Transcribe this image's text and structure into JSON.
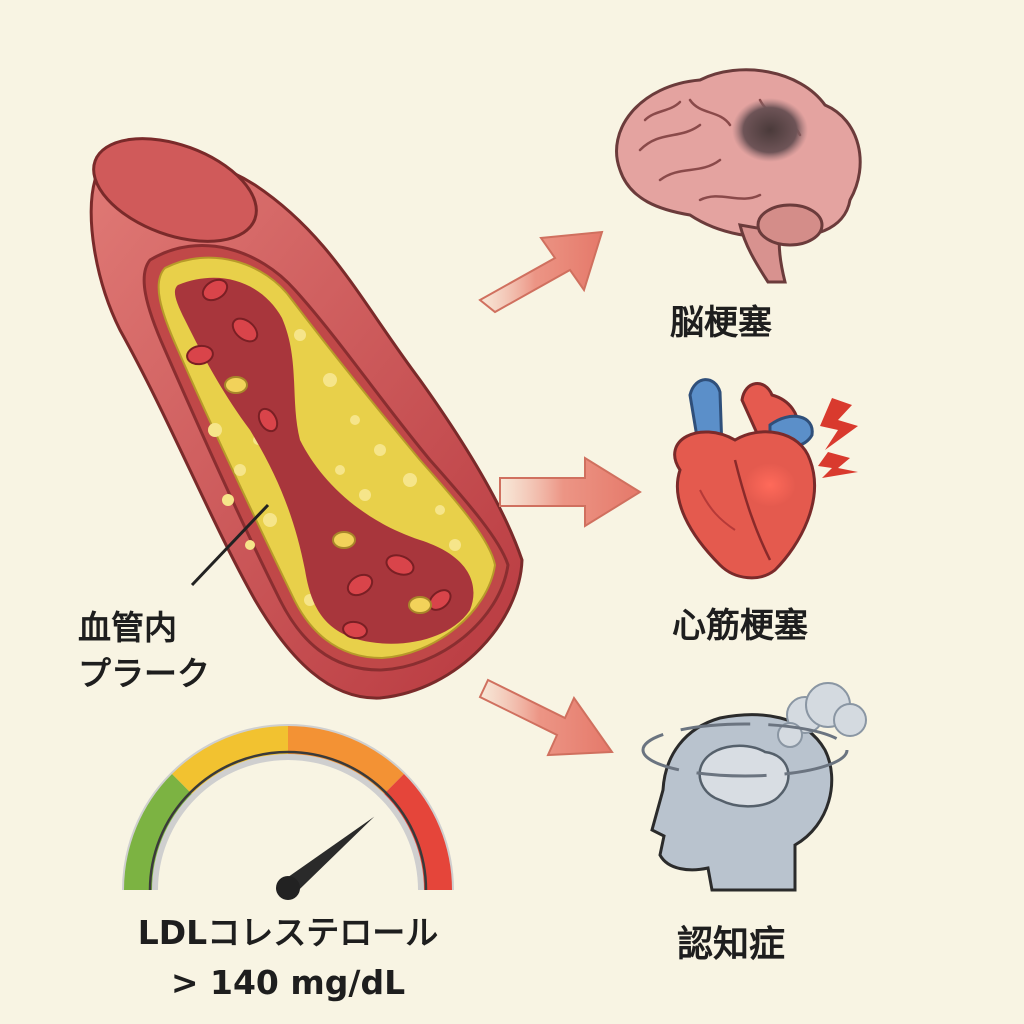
{
  "plaque_label": {
    "line1": "血管内",
    "line2": "プラーク"
  },
  "gauge": {
    "title": "LDLコレステロール",
    "threshold": "> 140 mg/dL",
    "needle_level": 0.78,
    "zone_colors": [
      "#7cb342",
      "#f2c230",
      "#f39234",
      "#e5453a"
    ]
  },
  "outcomes": [
    {
      "name": "脳梗塞",
      "icon": "brain-icon"
    },
    {
      "name": "心筋梗塞",
      "icon": "heart-icon"
    },
    {
      "name": "認知症",
      "icon": "head-fog-icon"
    }
  ],
  "colors": {
    "background": "#f8f4e3",
    "vessel": "#c9444a",
    "plaque": "#e8d04a",
    "arrow": "#e88878"
  }
}
